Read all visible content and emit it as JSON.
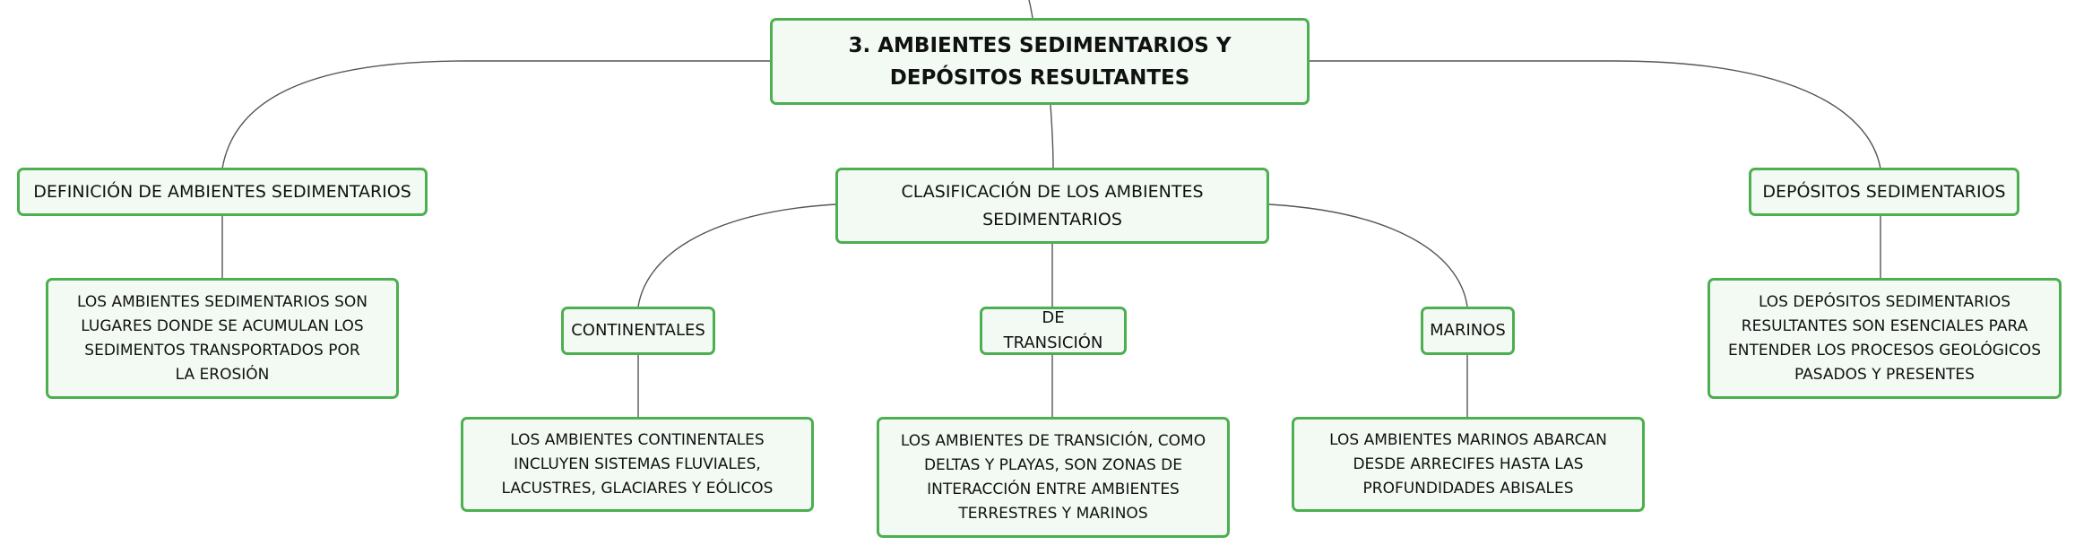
{
  "colors": {
    "node_border": "#4caf50",
    "node_fill": "#f2faf3",
    "link": "#555555",
    "text": "#111111"
  },
  "root": {
    "label": "3. AMBIENTES SEDIMENTARIOS Y DEPÓSITOS RESULTANTES"
  },
  "definicion": {
    "label": "DEFINICIÓN DE AMBIENTES SEDIMENTARIOS",
    "detail": "LOS AMBIENTES SEDIMENTARIOS SON LUGARES DONDE SE ACUMULAN LOS SEDIMENTOS TRANSPORTADOS POR LA EROSIÓN"
  },
  "clasificacion": {
    "label": "CLASIFICACIÓN DE LOS AMBIENTES SEDIMENTARIOS",
    "continentales": {
      "label": "CONTINENTALES",
      "detail": "LOS AMBIENTES CONTINENTALES INCLUYEN SISTEMAS FLUVIALES, LACUSTRES, GLACIARES Y EÓLICOS"
    },
    "transicion": {
      "label": "DE TRANSICIÓN",
      "detail": "LOS AMBIENTES DE TRANSICIÓN, COMO DELTAS Y PLAYAS, SON ZONAS DE INTERACCIÓN ENTRE AMBIENTES TERRESTRES Y MARINOS"
    },
    "marinos": {
      "label": "MARINOS",
      "detail": "LOS AMBIENTES MARINOS ABARCAN DESDE ARRECIFES HASTA LAS PROFUNDIDADES ABISALES"
    }
  },
  "depositos": {
    "label": "DEPÓSITOS SEDIMENTARIOS",
    "detail": "LOS DEPÓSITOS SEDIMENTARIOS RESULTANTES SON ESENCIALES PARA ENTENDER LOS PROCESOS GEOLÓGICOS PASADOS Y PRESENTES"
  }
}
